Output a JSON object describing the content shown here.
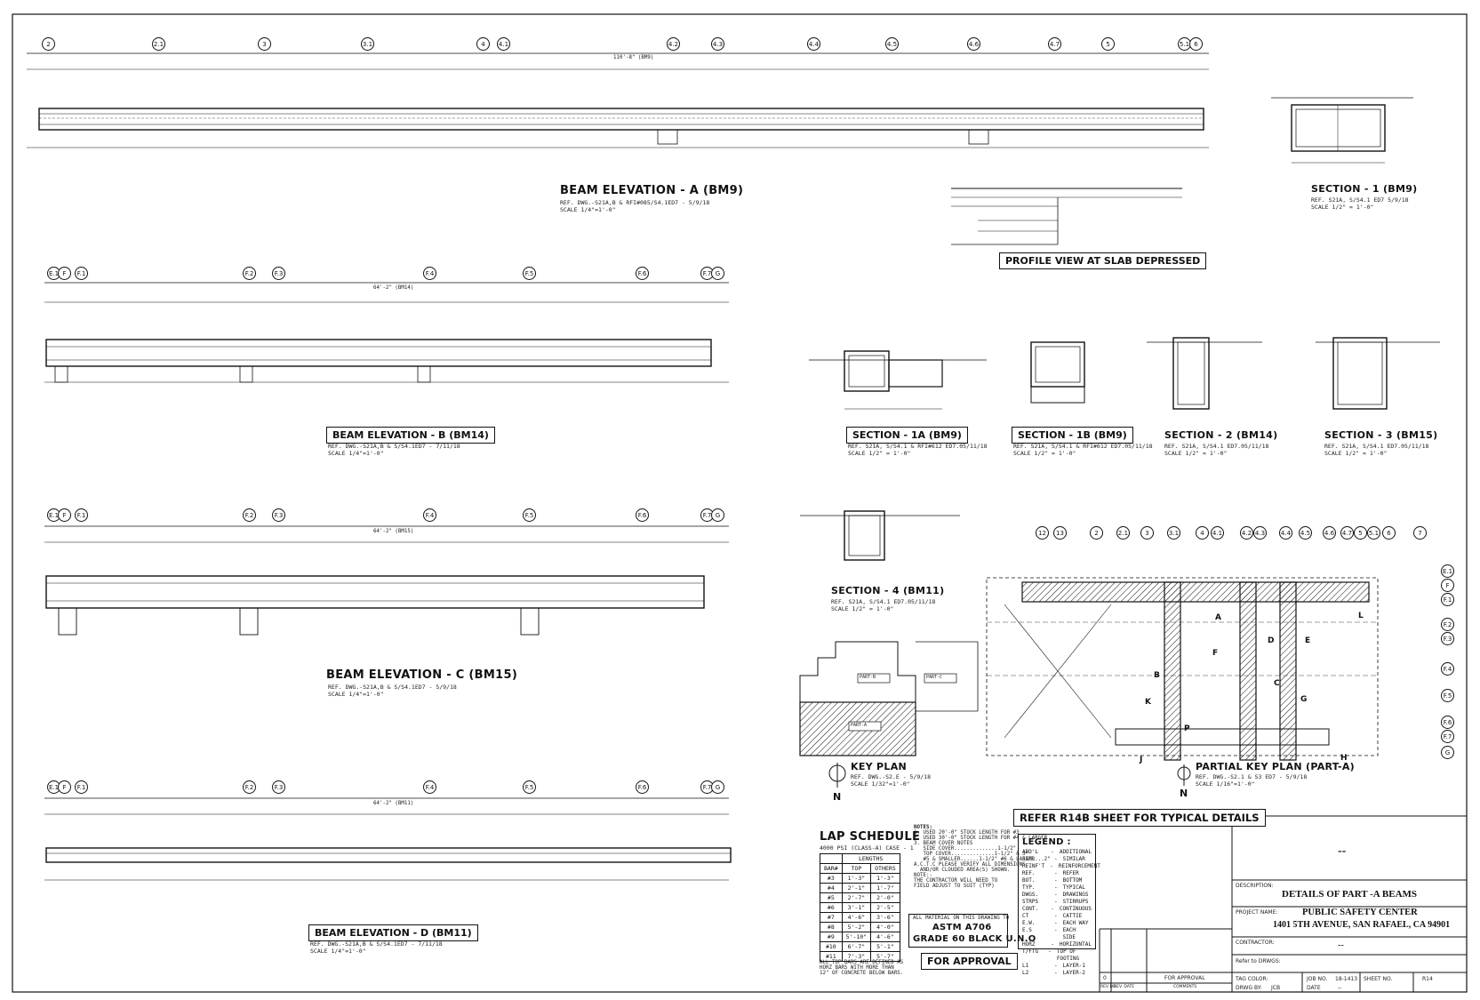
{
  "beams": {
    "a": {
      "title": "BEAM ELEVATION - A (BM9)",
      "ref": "REF. DWG.-S21A,B & RFI#085/S4.1ED7 - 5/9/18",
      "scale": "SCALE 1/4\"=1'-0\"",
      "grids": [
        "2",
        "2.1",
        "3",
        "3.1",
        "4",
        "4.1",
        "4.2",
        "4.3",
        "4.4",
        "4.5",
        "4.6",
        "4.7",
        "5",
        "5.1",
        "6"
      ],
      "length": "110'-8\" (BM9)"
    },
    "b": {
      "title": "BEAM ELEVATION - B (BM14)",
      "ref": "REF. DWG.-S21A,B & S/S4.1ED7 - 7/11/18",
      "scale": "SCALE 1/4\"=1'-0\"",
      "grids": [
        "E.1",
        "F",
        "F.1",
        "F.2",
        "F.3",
        "F.4",
        "F.5",
        "F.6",
        "F.7",
        "G"
      ],
      "length": "64'-2\" (BM14)"
    },
    "c": {
      "title": "BEAM ELEVATION - C (BM15)",
      "ref": "REF. DWG.-S21A,B & S/S4.1ED7 - 5/9/18",
      "scale": "SCALE 1/4\"=1'-0\"",
      "grids": [
        "E.1",
        "F",
        "F.1",
        "F.2",
        "F.3",
        "F.4",
        "F.5",
        "F.6",
        "F.7",
        "G"
      ],
      "length": "64'-2\" (BM15)"
    },
    "d": {
      "title": "BEAM ELEVATION - D (BM11)",
      "ref": "REF. DWG.-S21A,B & S/S4.1ED7 - 7/11/18",
      "scale": "SCALE 1/4\"=1'-0\"",
      "grids": [
        "E.1",
        "F",
        "F.1",
        "F.2",
        "F.3",
        "F.4",
        "F.5",
        "F.6",
        "F.7",
        "G"
      ],
      "length": "64'-2\" (BM11)"
    }
  },
  "sections": {
    "s1": {
      "title": "SECTION - 1 (BM9)",
      "ref": "REF. S21A, S/S4.1 ED7 5/9/18",
      "scale": "SCALE 1/2\" = 1'-0\""
    },
    "s1a": {
      "title": "SECTION - 1A (BM9)",
      "ref": "REF. S21A, S/S4.1 & RFI#612 ED7.05/11/18",
      "scale": "SCALE 1/2\" = 1'-0\""
    },
    "s1b": {
      "title": "SECTION - 1B (BM9)",
      "ref": "REF. S21A, S/S4.1 & RFI#612 ED7.05/11/18",
      "scale": "SCALE 1/2\" = 1'-0\""
    },
    "s2": {
      "title": "SECTION - 2 (BM14)",
      "ref": "REF. S21A, S/S4.1 ED7.05/11/18",
      "scale": "SCALE 1/2\" = 1'-0\""
    },
    "s3": {
      "title": "SECTION - 3 (BM15)",
      "ref": "REF. S21A, S/S4.1 ED7.05/11/18",
      "scale": "SCALE 1/2\" = 1'-0\""
    },
    "s4": {
      "title": "SECTION - 4 (BM11)",
      "ref": "REF. S21A, S/S4.1 ED7.05/11/18",
      "scale": "SCALE 1/2\" = 1'-0\""
    }
  },
  "profile_view": "PROFILE VIEW AT SLAB DEPRESSED",
  "key_plan": {
    "title": "KEY PLAN",
    "ref": "REF. DWG.-S2.E - 5/9/18",
    "scale": "SCALE 1/32\"=1'-0\"",
    "parts": [
      "PART-A",
      "PART-B",
      "PART-C"
    ]
  },
  "partial_key_plan": {
    "title": "PARTIAL KEY PLAN (PART-A)",
    "ref": "REF. DWG.-S2.1 & S3 ED7 - 5/9/18",
    "scale": "SCALE 1/16\"=1'-0\"",
    "grids_top": [
      "12",
      "13",
      "2",
      "2.1",
      "3",
      "3.1",
      "4",
      "4.1",
      "4.2",
      "4.3",
      "4.4",
      "4.5",
      "4.6",
      "4.7",
      "5",
      "5.1",
      "6",
      "7"
    ],
    "grids_right": [
      "E.1",
      "F",
      "F.1",
      "F.2",
      "F.3",
      "F.4",
      "F.5",
      "F.6",
      "F.7",
      "G"
    ],
    "markers": [
      "A",
      "B",
      "C",
      "D",
      "E",
      "F",
      "G",
      "H",
      "J",
      "K",
      "L",
      "P"
    ]
  },
  "refer_note": "REFER R14B SHEET FOR TYPICAL DETAILS",
  "lap_schedule": {
    "title": "LAP SCHEDULE",
    "subtitle": "4000 PSI (CLASS-A) CASE - 1",
    "lengths_header": "LENGTHS",
    "headers": [
      "BAR#",
      "TOP",
      "OTHERS"
    ],
    "rows": [
      [
        "#3",
        "1'-3\"",
        "1'-3\""
      ],
      [
        "#4",
        "2'-1\"",
        "1'-7\""
      ],
      [
        "#5",
        "2'-7\"",
        "2'-0\""
      ],
      [
        "#6",
        "3'-1\"",
        "2'-5\""
      ],
      [
        "#7",
        "4'-6\"",
        "3'-6\""
      ],
      [
        "#8",
        "5'-2\"",
        "4'-0\""
      ],
      [
        "#9",
        "5'-10\"",
        "4'-6\""
      ],
      [
        "#10",
        "6'-7\"",
        "5'-1\""
      ],
      [
        "#11",
        "7'-3\"",
        "5'-7\""
      ]
    ],
    "footnote": [
      "ALL TOP BARS ARE DEFINED AS",
      "HORZ BARS WITH MORE THAN",
      "12\" OF CONCRETE BELOW BARS."
    ]
  },
  "notes": {
    "title": "NOTES:",
    "lines": [
      "1. USED 20'-0\" STOCK LENGTH FOR #3",
      "2. USED 30'-0\" STOCK LENGTH FOR #4 & LARGER",
      "3. BEAM COVER NOTES",
      "   SIDE COVER..............1-1/2\"",
      "   TOP COVER..............1-1/2\" & 3\"",
      "   #5 & SMALLER......1-1/2\" #6 & LARGER...2\"",
      "A.C.T.C PLEASE VERIFY ALL DIMENSIONS",
      "  AND/OR CLOUDED AREA(S) SHOWN.",
      "NOTE:-",
      "THE CONTRACTOR WILL NEED TO",
      "FIELD ADJUST TO SUIT (TYP)"
    ]
  },
  "material": {
    "line1": "ALL MATERIAL ON THIS DRAWING TO",
    "line2": "ASTM A706",
    "line3": "GRADE 60 BLACK U.N.O"
  },
  "for_approval": "FOR APPROVAL",
  "legend": {
    "title": "LEGEND :",
    "items": [
      [
        "ADD'L",
        "ADDITIONAL"
      ],
      [
        "SIM.",
        "SIMILAR"
      ],
      [
        "REINF'T",
        "REINFORCEMENT"
      ],
      [
        "REF.",
        "REFER"
      ],
      [
        "BOT.",
        "BOTTOM"
      ],
      [
        "TYP.",
        "TYPICAL"
      ],
      [
        "DWGS.",
        "DRAWINGS"
      ],
      [
        "STRPS",
        "STIRRUPS"
      ],
      [
        "CONT.",
        "CONTINUOUS"
      ],
      [
        "CT",
        "CATTIE"
      ],
      [
        "E.W.",
        "EACH WAY"
      ],
      [
        "E.S",
        "EACH SIDE"
      ],
      [
        "HORZ",
        "HORIZONTAL"
      ],
      [
        "T/FTG",
        "TOP OF FOOTING"
      ],
      [
        "L1",
        "LAYER-1"
      ],
      [
        "L2",
        "LAYER-2"
      ]
    ]
  },
  "title_block": {
    "top_value": "--",
    "description_label": "DESCRIPTION:",
    "description": "DETAILS OF PART -A BEAMS",
    "project_label": "PROJECT NAME:",
    "project": "PUBLIC SAFETY CENTER",
    "address": "1401 5TH AVENUE, SAN RAFAEL, CA 94901",
    "contractor_label": "CONTRACTOR:",
    "contractor": "--",
    "refer_label": "Refer to DRWGS:",
    "tag_color_label": "TAG COLOR:",
    "job_no_label": "JOB NO.",
    "job_no": "18-1413",
    "sheet_no_label": "SHEET NO.",
    "sheet_no": "R14",
    "drwg_by_label": "DRWG BY:",
    "drwg_by": "JCB",
    "date_label": "DATE",
    "date": "--",
    "rev_no": "0",
    "rev_comment": "FOR APPROVAL",
    "rev_headers": [
      "REV NO.",
      "REV. DATE",
      "COMMENTS"
    ]
  }
}
